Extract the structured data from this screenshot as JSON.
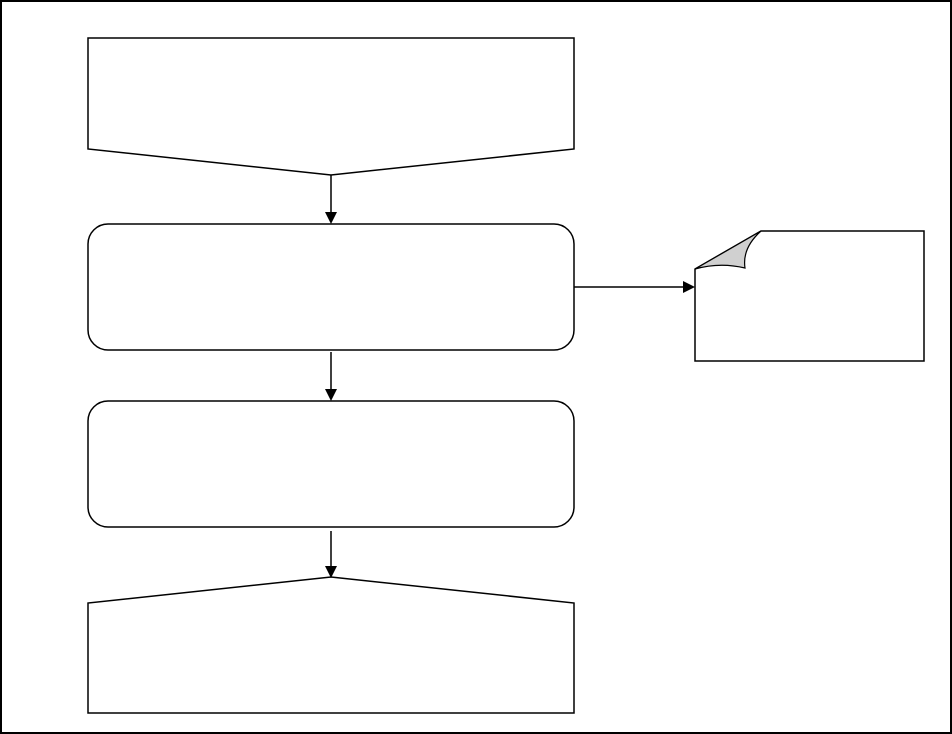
{
  "diagram": {
    "nodes": [
      {
        "id": "top-offpage-connector",
        "kind": "pentagon-down",
        "label": ""
      },
      {
        "id": "process-1",
        "kind": "rounded-rectangle",
        "label": ""
      },
      {
        "id": "process-2",
        "kind": "rounded-rectangle",
        "label": ""
      },
      {
        "id": "bottom-offpage-connector",
        "kind": "pentagon-up",
        "label": ""
      },
      {
        "id": "document-note",
        "kind": "document-folded-corner",
        "label": ""
      }
    ],
    "edges": [
      {
        "from": "top-offpage-connector",
        "to": "process-1"
      },
      {
        "from": "process-1",
        "to": "process-2"
      },
      {
        "from": "process-2",
        "to": "bottom-offpage-connector"
      },
      {
        "from": "process-1",
        "to": "document-note"
      }
    ]
  },
  "colors": {
    "stroke": "#000000",
    "fill": "#ffffff",
    "fold": "#d0d0d0"
  }
}
